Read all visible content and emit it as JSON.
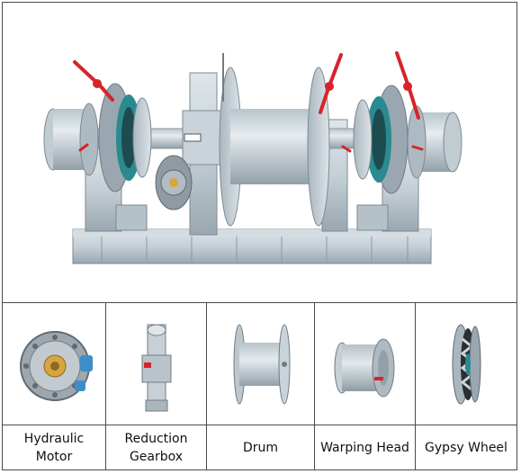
{
  "components": [
    {
      "label": "Hydraulic\nMotor",
      "icon": "hydraulic-motor-image"
    },
    {
      "label": "Reduction\nGearbox",
      "icon": "reduction-gearbox-image"
    },
    {
      "label": "Drum",
      "icon": "drum-image"
    },
    {
      "label": "Warping Head",
      "icon": "warping-head-image"
    },
    {
      "label": "Gypsy Wheel",
      "icon": "gypsy-wheel-image"
    }
  ],
  "colors": {
    "machine_body": "#c8d3da",
    "machine_shadow": "#8c9aa4",
    "machine_dark": "#5e6b74",
    "lever_red": "#d8232a",
    "gypsy_teal": "#2a8a8f",
    "border": "#4a4a4a"
  }
}
